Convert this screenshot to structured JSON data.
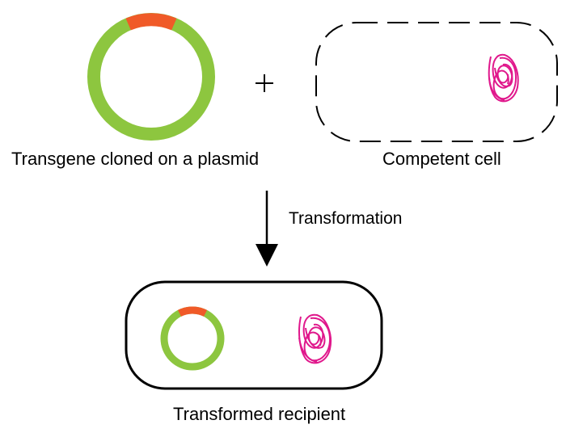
{
  "labels": {
    "plasmid": "Transgene cloned on a plasmid",
    "competent_cell": "Competent cell",
    "transformation": "Transformation",
    "transformed_recipient": "Transformed recipient"
  },
  "symbols": {
    "plus": "+"
  },
  "colors": {
    "plasmid_backbone": "#8dc63f",
    "transgene_insert": "#f05a28",
    "chromosome": "#e0188c",
    "outline": "#000000"
  },
  "icons": {
    "plasmid": "plasmid-ring-icon",
    "chromosome": "coiled-dna-icon",
    "arrow": "down-arrow-icon"
  }
}
